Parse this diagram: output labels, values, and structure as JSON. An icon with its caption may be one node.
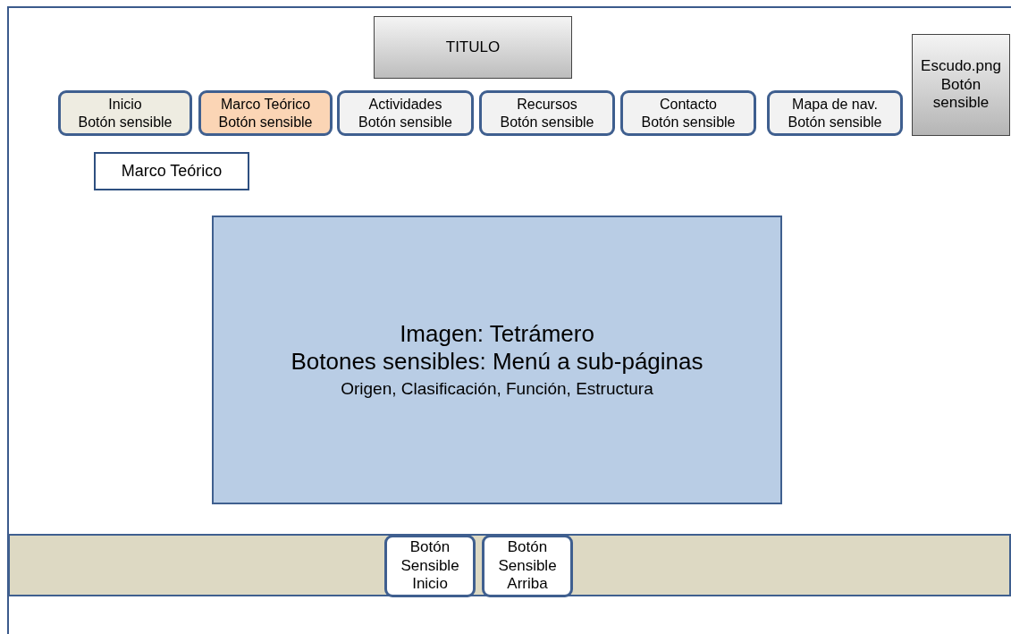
{
  "diagram": {
    "nodes": [
      {
        "text": [
          "TITULO"
        ]
      },
      {
        "text": [
          "Inicio",
          "Botón sensible"
        ]
      },
      {
        "text": [
          "Marco Teórico",
          "Botón sensible"
        ]
      },
      {
        "text": [
          "Actividades",
          "Botón sensible"
        ]
      },
      {
        "text": [
          "Recursos",
          "Botón sensible"
        ]
      },
      {
        "text": [
          "Contacto",
          "Botón sensible"
        ]
      },
      {
        "text": [
          "Mapa de nav.",
          "Botón sensible"
        ]
      },
      {
        "text": [
          "Escudo.png",
          "Botón sensible"
        ]
      },
      {
        "text": [
          "Marco Teórico"
        ]
      },
      {
        "text": [
          "Imagen: Tetrámero",
          "Botones sensibles: Menú a sub-páginas",
          "Origen, Clasificación, Función, Estructura"
        ]
      },
      {
        "text": [],
        "shape": "bar"
      },
      {
        "text": [
          "Botón Sensible Inicio"
        ],
        "in": 10
      },
      {
        "text": [
          "Botón Sensible Arriba"
        ],
        "in": 10
      }
    ]
  }
}
